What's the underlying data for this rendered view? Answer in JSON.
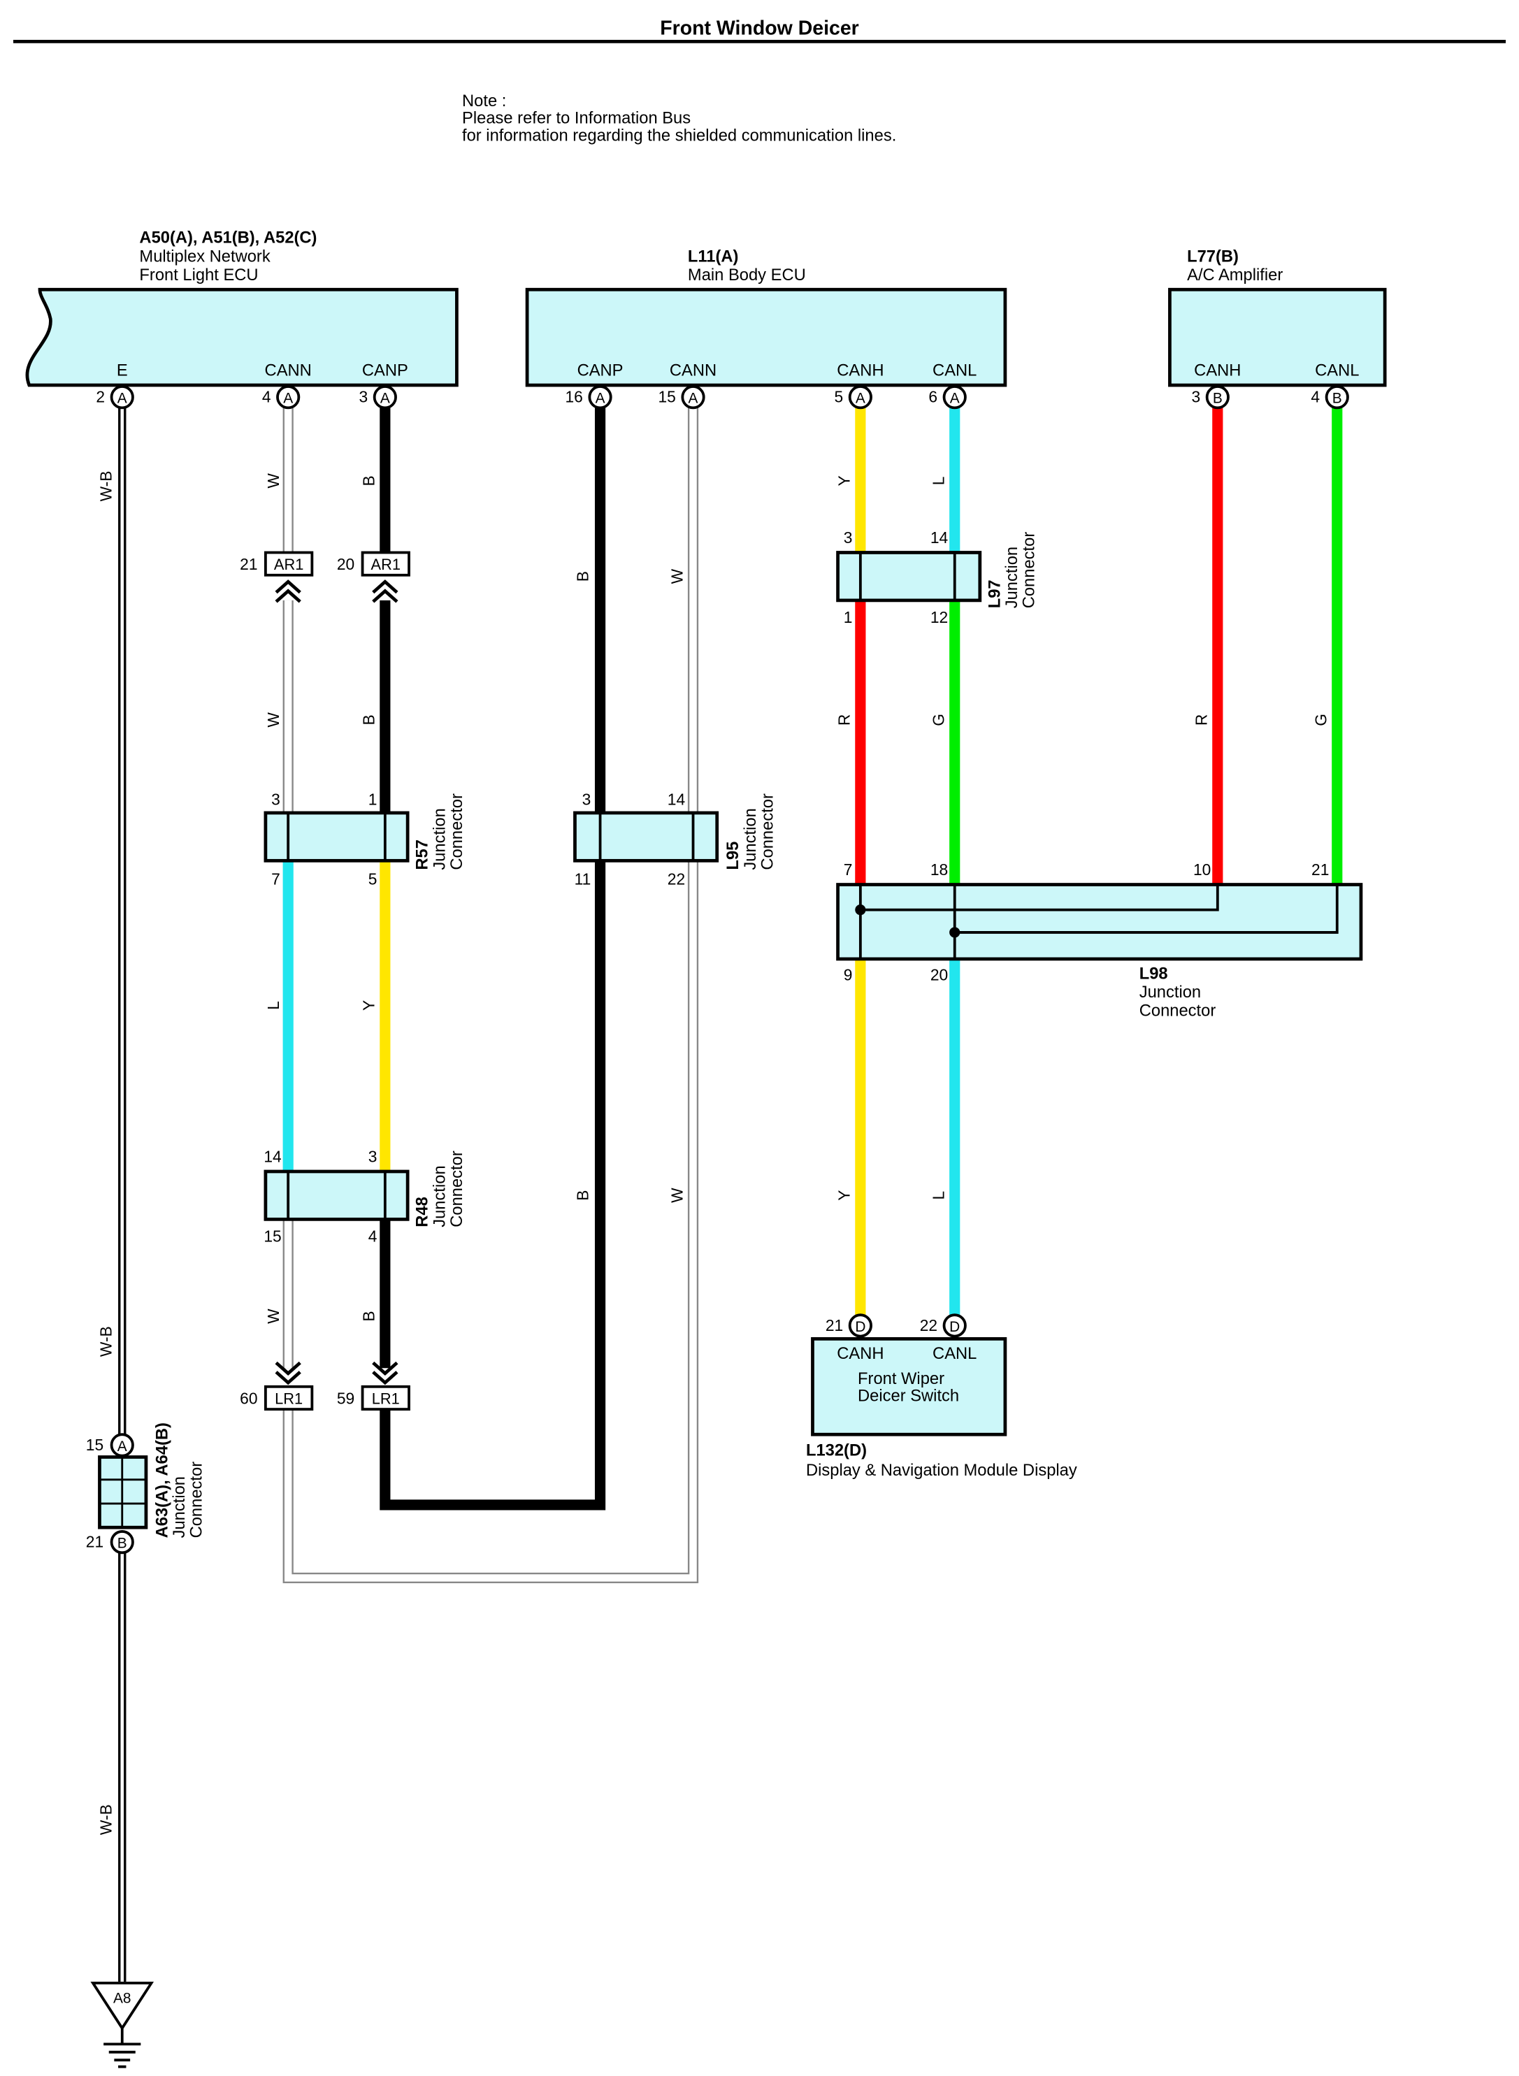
{
  "title": "Front Window Deicer",
  "note": {
    "line1": "Note :",
    "line2": "Please refer to Information Bus",
    "line3": "for information regarding the shielded communication lines."
  },
  "colors": {
    "box_fill": "#ccf7f9",
    "black": "#000000",
    "red": "#ff0000",
    "green": "#00ee00",
    "yellow": "#ffe600",
    "cyan": "#22e6ee",
    "white_wire": "#ffffff",
    "gray_outline": "#888888"
  },
  "components": {
    "front_light_ecu": {
      "code": "A50(A), A51(B), A52(C)",
      "name_line1": "Multiplex Network",
      "name_line2": "Front Light ECU",
      "terminals": [
        "E",
        "CANN",
        "CANP"
      ]
    },
    "main_body_ecu": {
      "code": "L11(A)",
      "name": "Main Body ECU",
      "terminals": [
        "CANP",
        "CANN",
        "CANH",
        "CANL"
      ]
    },
    "ac_amplifier": {
      "code": "L77(B)",
      "name": "A/C Amplifier",
      "terminals": [
        "CANH",
        "CANL"
      ]
    },
    "deicer_switch": {
      "terminals": [
        "CANH",
        "CANL"
      ],
      "name_line1": "Front Wiper",
      "name_line2": "Deicer Switch",
      "code": "L132(D)",
      "caption": "Display & Navigation Module Display"
    }
  },
  "connector_pins": {
    "fl_e": {
      "num": "2",
      "letter": "A"
    },
    "fl_cann": {
      "num": "4",
      "letter": "A"
    },
    "fl_canp": {
      "num": "3",
      "letter": "A"
    },
    "mb_canp": {
      "num": "16",
      "letter": "A"
    },
    "mb_cann": {
      "num": "15",
      "letter": "A"
    },
    "mb_canh": {
      "num": "5",
      "letter": "A"
    },
    "mb_canl": {
      "num": "6",
      "letter": "A"
    },
    "ac_canh": {
      "num": "3",
      "letter": "B"
    },
    "ac_canl": {
      "num": "4",
      "letter": "B"
    },
    "ds_canh": {
      "num": "21",
      "letter": "D"
    },
    "ds_canl": {
      "num": "22",
      "letter": "D"
    },
    "a63_top": {
      "num": "15",
      "letter": "A"
    },
    "a63_bot": {
      "num": "21",
      "letter": "B"
    }
  },
  "inline_connectors": {
    "ar1_w": {
      "pin": "21",
      "label": "AR1"
    },
    "ar1_b": {
      "pin": "20",
      "label": "AR1"
    },
    "lr1_w": {
      "pin": "60",
      "label": "LR1"
    },
    "lr1_b": {
      "pin": "59",
      "label": "LR1"
    }
  },
  "junctions": {
    "r57": {
      "code": "R57",
      "line1": "Junction",
      "line2": "Connector",
      "pins": [
        "3",
        "1",
        "7",
        "5"
      ]
    },
    "l95": {
      "code": "L95",
      "line1": "Junction",
      "line2": "Connector",
      "pins": [
        "3",
        "14",
        "11",
        "22"
      ]
    },
    "l97": {
      "code": "L97",
      "line1": "Junction",
      "line2": "Connector",
      "pins": [
        "3",
        "14",
        "1",
        "12"
      ]
    },
    "r48": {
      "code": "R48",
      "line1": "Junction",
      "line2": "Connector",
      "pins": [
        "14",
        "3",
        "15",
        "4"
      ]
    },
    "l98": {
      "code": "L98",
      "line1": "Junction",
      "line2": "Connector",
      "pins": [
        "7",
        "18",
        "10",
        "21",
        "9",
        "20"
      ]
    },
    "a63": {
      "code": "A63(A), A64(B)",
      "line1": "Junction",
      "line2": "Connector"
    }
  },
  "wire_labels": {
    "wb": "W-B",
    "w": "W",
    "b": "B",
    "y": "Y",
    "l": "L",
    "r": "R",
    "g": "G"
  },
  "ground": {
    "label": "A8"
  }
}
